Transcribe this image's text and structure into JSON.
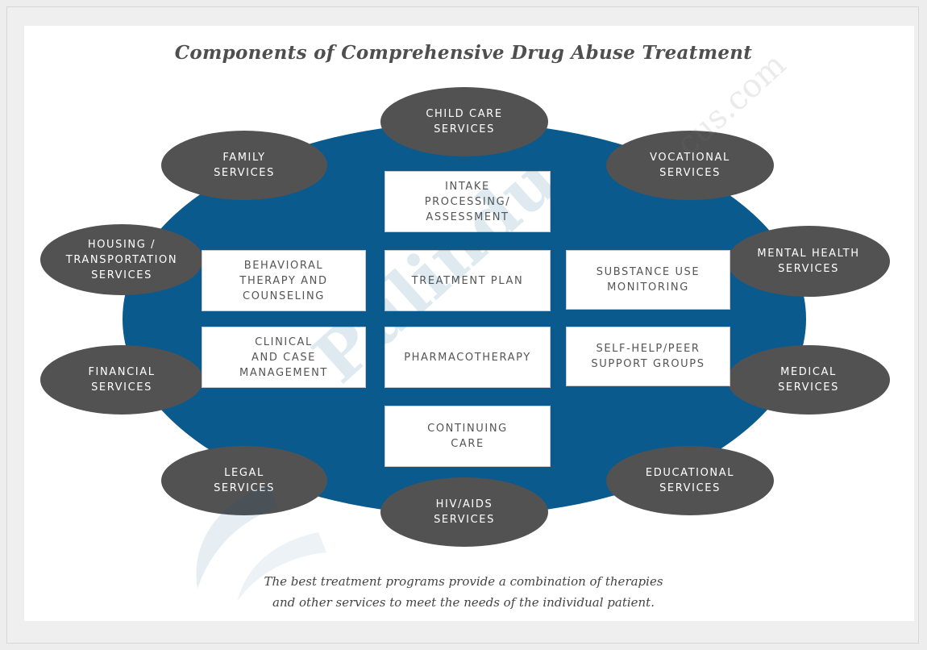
{
  "title": "Components of Comprehensive Drug Abuse Treatment",
  "outer_services": [
    {
      "lines": [
        "Child Care",
        "Services"
      ]
    },
    {
      "lines": [
        "Family",
        "Services"
      ]
    },
    {
      "lines": [
        "Vocational",
        "Services"
      ]
    },
    {
      "lines": [
        "Housing /",
        "Transportation",
        "Services"
      ]
    },
    {
      "lines": [
        "Mental Health",
        "Services"
      ]
    },
    {
      "lines": [
        "Financial",
        "Services"
      ]
    },
    {
      "lines": [
        "Medical",
        "Services"
      ]
    },
    {
      "lines": [
        "Legal",
        "Services"
      ]
    },
    {
      "lines": [
        "Educational",
        "Services"
      ]
    },
    {
      "lines": [
        "HIV/AIDS",
        "Services"
      ]
    }
  ],
  "core_components": [
    {
      "lines": [
        "Intake",
        "Processing/",
        "Assessment"
      ]
    },
    {
      "lines": [
        "Behavioral",
        "Therapy and",
        "Counseling"
      ]
    },
    {
      "lines": [
        "Treatment Plan"
      ]
    },
    {
      "lines": [
        "Substance Use",
        "Monitoring"
      ]
    },
    {
      "lines": [
        "Clinical",
        "and Case",
        "Management"
      ]
    },
    {
      "lines": [
        "Pharmacotherapy"
      ]
    },
    {
      "lines": [
        "Self-Help/Peer",
        "Support Groups"
      ]
    },
    {
      "lines": [
        "Continuing",
        "Care"
      ]
    }
  ],
  "caption": [
    "The best treatment programs provide a combination of therapies",
    "and other services to meet the needs of the individual patient."
  ],
  "watermark": {
    "text": "Pulindu",
    "domain": "cus.com"
  },
  "colors": {
    "center_blob": "#0a5a8e",
    "service_oval": "#525252",
    "component_box": "#ffffff",
    "title_text": "#4f4f4f"
  }
}
